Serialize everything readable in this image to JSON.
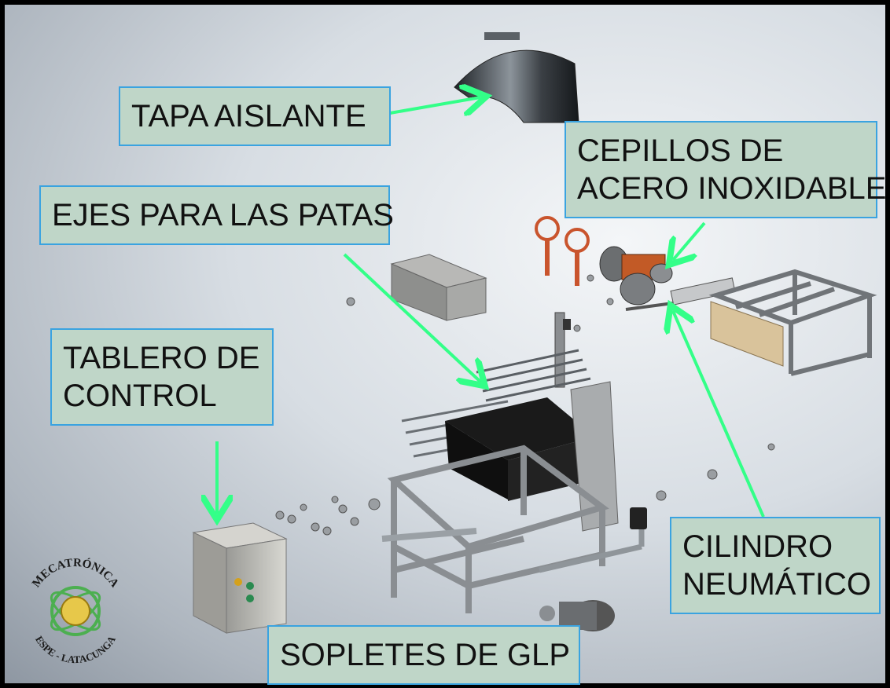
{
  "labels": {
    "tapa": [
      "TAPA AISLANTE"
    ],
    "cepillos": [
      "CEPILLOS DE",
      "ACERO INOXIDABLE"
    ],
    "ejes": [
      "EJES PARA LAS PATAS"
    ],
    "tablero": [
      "TABLERO DE",
      "CONTROL"
    ],
    "cilindro": [
      "CILINDRO",
      "NEUMÁTICO"
    ],
    "sopletes": [
      "SOPLETES DE GLP"
    ]
  },
  "logo": {
    "top_text": "MECATRÓNICA",
    "bottom_text": "ESPE - LATACUNGA"
  },
  "colors": {
    "arrow": "#33ff88",
    "label_bg": "#bfd6c8",
    "label_border": "#3aa3e0",
    "frame": "#000000"
  }
}
